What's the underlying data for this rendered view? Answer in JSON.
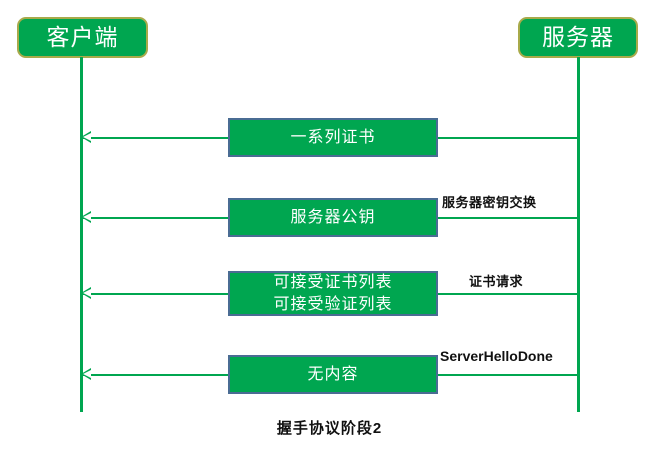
{
  "diagram": {
    "title": "握手协议阶段2",
    "colors": {
      "accent_green": "#00a650",
      "actor_border": "#a8aa4a",
      "box_border": "#4a6c93",
      "text_dark": "#111111",
      "text_light": "#ffffff",
      "background": "#ffffff"
    },
    "actors": [
      {
        "id": "client",
        "label": "客户端"
      },
      {
        "id": "server",
        "label": "服务器"
      }
    ],
    "messages": [
      {
        "id": "certificate",
        "direction": "server-to-client",
        "box_lines": [
          "一系列证书"
        ],
        "note": ""
      },
      {
        "id": "server-key-exchange",
        "direction": "server-to-client",
        "box_lines": [
          "服务器公钥"
        ],
        "note": "服务器密钥交换"
      },
      {
        "id": "certificate-request",
        "direction": "server-to-client",
        "box_lines": [
          "可接受证书列表",
          "可接受验证列表"
        ],
        "note": "证书请求"
      },
      {
        "id": "server-hello-done",
        "direction": "server-to-client",
        "box_lines": [
          "无内容"
        ],
        "note": "ServerHelloDone"
      }
    ]
  }
}
